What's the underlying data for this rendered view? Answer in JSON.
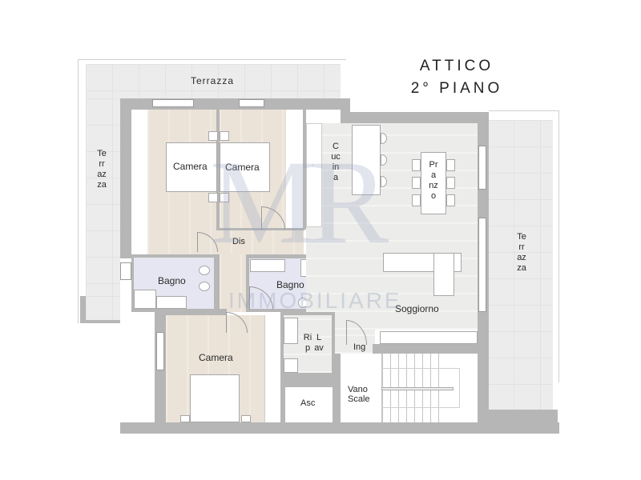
{
  "header": {
    "title_line1": "ATTICO",
    "title_line2": "2° PIANO"
  },
  "rooms": {
    "terrazza_top": "Terrazza",
    "terrazza_left": "Terrazza",
    "terrazza_right": "Terrazza",
    "camera_1": "Camera",
    "camera_2": "Camera",
    "camera_3": "Camera",
    "dis": "Dis",
    "bagno_1": "Bagno",
    "bagno_2": "Bagno",
    "cucina": "Cucina",
    "pranzo": "Pranzo",
    "soggiorno": "Soggiorno",
    "rip": "Rip",
    "lav": "Lav",
    "ing": "Ing",
    "asc": "Asc",
    "vano_scale_line1": "Vano",
    "vano_scale_line2": "Scale"
  },
  "watermark": {
    "logo": "MR",
    "text": "IMMOBILIARE"
  },
  "colors": {
    "wall": "#b6b6b6",
    "terrace_tile": "#ececec",
    "wood_floor": "#ebe3d8",
    "living_floor": "#ececea",
    "bathroom_floor": "#e6e6f2",
    "watermark": "#96a0be"
  }
}
